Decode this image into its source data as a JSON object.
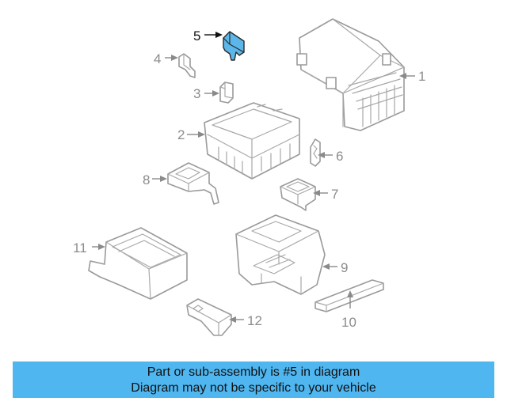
{
  "colors": {
    "highlight_fill": "#5cb6e9",
    "banner_background": "#4fb6f0",
    "line_gray": "#9a9a9a",
    "label_gray": "#8c8c8c",
    "label_dark": "#111111"
  },
  "diagram": {
    "highlighted_part": "5",
    "callouts": [
      "1",
      "2",
      "3",
      "4",
      "5",
      "6",
      "7",
      "8",
      "9",
      "10",
      "11",
      "12"
    ]
  },
  "banner": {
    "line1": "Part or sub-assembly is #5 in diagram",
    "line2": "Diagram may not be specific to your vehicle"
  }
}
